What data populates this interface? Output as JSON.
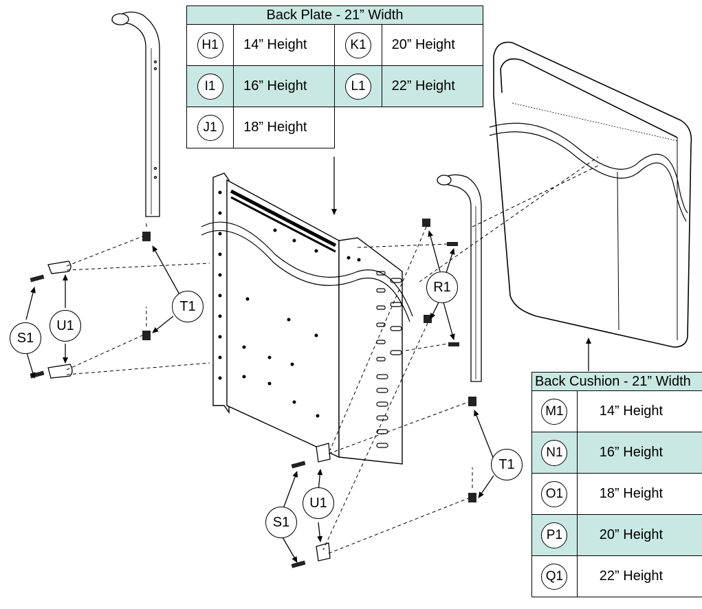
{
  "back_plate_table": {
    "title": "Back Plate - 21” Width",
    "rows": [
      [
        {
          "code": "H1",
          "label": "14” Height"
        },
        {
          "code": "K1",
          "label": "20” Height"
        }
      ],
      [
        {
          "code": "I1",
          "label": "16” Height"
        },
        {
          "code": "L1",
          "label": "22” Height"
        }
      ],
      [
        {
          "code": "J1",
          "label": "18” Height"
        }
      ]
    ]
  },
  "back_cushion_table": {
    "title": "Back Cushion - 21” Width",
    "rows": [
      {
        "code": "M1",
        "label": "14” Height"
      },
      {
        "code": "N1",
        "label": "16” Height"
      },
      {
        "code": "O1",
        "label": "18” Height"
      },
      {
        "code": "P1",
        "label": "20” Height"
      },
      {
        "code": "Q1",
        "label": "22” Height"
      }
    ]
  },
  "callouts": {
    "t1_left": "T1",
    "u1_left": "U1",
    "s1_left": "S1",
    "r1": "R1",
    "t1_right": "T1",
    "u1_center": "U1",
    "s1_center": "S1"
  },
  "colors": {
    "table_shade": "#c9e8e4",
    "line": "#000000"
  }
}
